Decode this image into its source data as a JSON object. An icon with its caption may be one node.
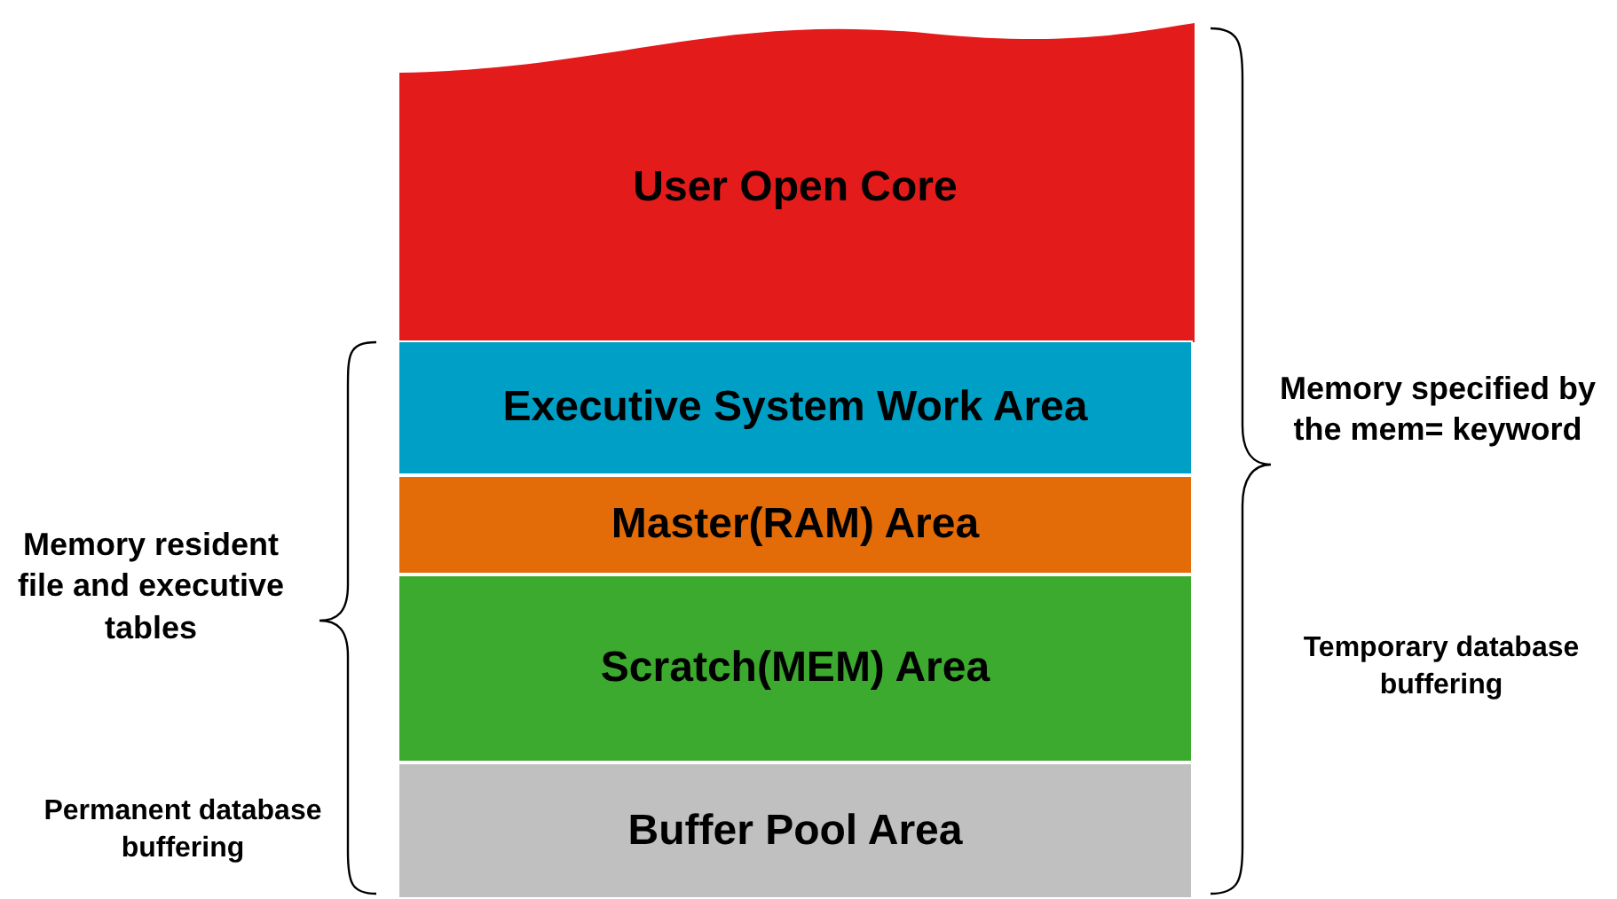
{
  "diagram": {
    "nodes": [
      {
        "text": [
          "User Open Core"
        ]
      },
      {
        "text": [
          "Executive System Work Area"
        ]
      },
      {
        "text": [
          "Master(RAM) Area"
        ]
      },
      {
        "text": [
          "Scratch(MEM) Area"
        ]
      },
      {
        "text": [
          "Buffer Pool Area"
        ]
      }
    ],
    "labels": [
      "Memory specified by the mem= keyword",
      "Memory resident file and executive tables",
      "Temporary database buffering",
      "Permanent database buffering"
    ]
  }
}
